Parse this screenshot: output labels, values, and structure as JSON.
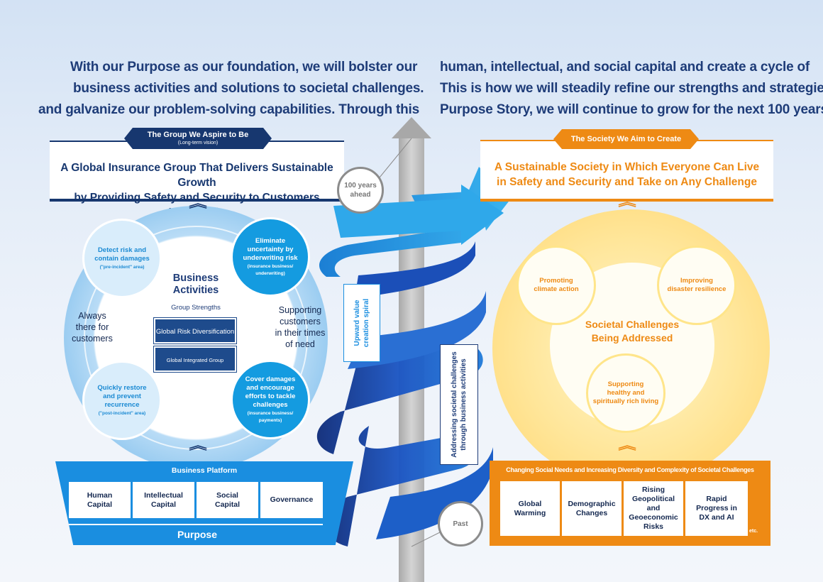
{
  "header": {
    "left_lines": [
      "With our Purpose as our foundation, we will bolster our",
      "business activities and solutions to societal challenges.",
      "and galvanize our problem-solving capabilities. Through this"
    ],
    "right_lines": [
      "human, intellectual, and social capital and create a cycle of",
      "This is how we will steadily refine our strengths and strategies",
      "Purpose Story, we will continue to grow for the next 100 years."
    ]
  },
  "group": {
    "banner": "The Group We Aspire to Be",
    "banner_sub": "(Long-term vision)",
    "title_1": "A Global Insurance Group That Delivers Sustainable Growth",
    "title_2": "by Providing Safety and Security to Customers Worldwide"
  },
  "society": {
    "banner": "The Society We Aim to Create",
    "title_1": "A Sustainable Society in Which Everyone Can Live",
    "title_2": "in Safety and Security and Take on Any Challenge"
  },
  "business": {
    "title_1": "Business",
    "title_2": "Activities",
    "strengths_label": "Group Strengths",
    "strength_1": "Global Risk Diversification",
    "strength_2": "Global Integrated Group Management",
    "left_label_1": "Always",
    "left_label_2": "there for",
    "left_label_3": "customers",
    "right_label_1": "Supporting",
    "right_label_2": "customers",
    "right_label_3": "in their times",
    "right_label_4": "of need",
    "node_tl_1": "Detect risk and",
    "node_tl_2": "contain damages",
    "node_tl_sub": "(\"pre-incident\" area)",
    "node_tr_1": "Eliminate",
    "node_tr_2": "uncertainty by",
    "node_tr_3": "underwriting risk",
    "node_tr_sub_1": "(insurance business/",
    "node_tr_sub_2": "underwriting)",
    "node_bl_1": "Quickly restore",
    "node_bl_2": "and prevent",
    "node_bl_3": "recurrence",
    "node_bl_sub": "(\"post-incident\" area)",
    "node_br_1": "Cover damages",
    "node_br_2": "and encourage",
    "node_br_3": "efforts to tackle",
    "node_br_4": "challenges",
    "node_br_sub_1": "(insurance business/",
    "node_br_sub_2": "payments)"
  },
  "platform": {
    "title": "Business Platform",
    "cells": [
      {
        "l1": "Human",
        "l2": "Capital"
      },
      {
        "l1": "Intellectual",
        "l2": "Capital"
      },
      {
        "l1": "Social",
        "l2": "Capital"
      },
      {
        "l1": "Governance",
        "l2": ""
      }
    ],
    "purpose": "Purpose"
  },
  "spiral": {
    "ahead_1": "100 years",
    "ahead_2": "ahead",
    "past": "Past",
    "upward_1": "Upward value",
    "upward_2": "creation spiral",
    "addressing_1": "Addressing societal challenges",
    "addressing_2": "through business activities"
  },
  "challenges": {
    "center_1": "Societal Challenges",
    "center_2": "Being Addressed",
    "climate_1": "Promoting",
    "climate_2": "climate action",
    "disaster_1": "Improving",
    "disaster_2": "disaster resilience",
    "healthy_1": "Supporting",
    "healthy_2": "healthy and",
    "healthy_3": "spiritually rich living"
  },
  "needs": {
    "title": "Changing Social Needs and Increasing Diversity and Complexity of Societal Challenges",
    "cells": [
      {
        "l1": "Global",
        "l2": "Warming",
        "l3": "",
        "l4": ""
      },
      {
        "l1": "Demographic",
        "l2": "Changes",
        "l3": "",
        "l4": ""
      },
      {
        "l1": "Rising",
        "l2": "Geopolitical",
        "l3": "and",
        "l4": "Geoeconomic",
        "l5": "Risks"
      },
      {
        "l1": "Rapid",
        "l2": "Progress in",
        "l3": "DX and AI",
        "l4": ""
      }
    ],
    "etc": "etc."
  },
  "colors": {
    "navy": "#1e3c78",
    "blue": "#149be0",
    "orange": "#ee8a14",
    "yellow": "#ffe08a"
  }
}
